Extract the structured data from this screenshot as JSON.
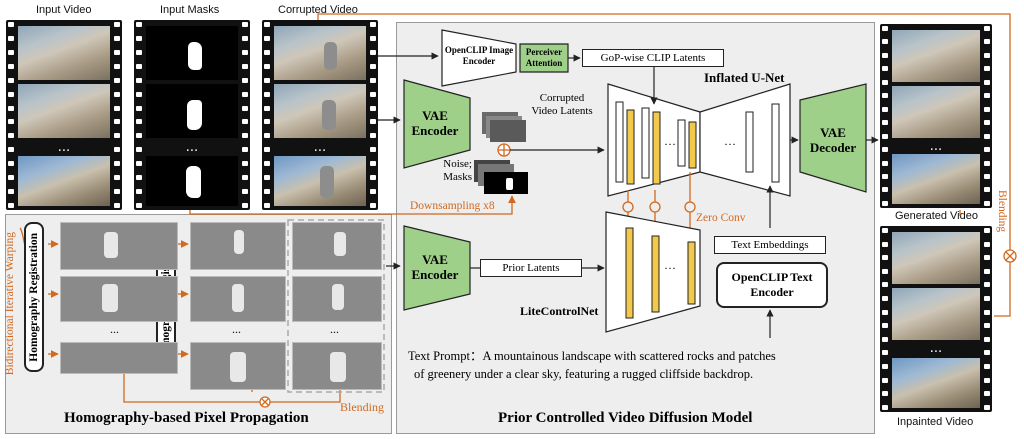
{
  "labels": {
    "input_video": "Input Video",
    "input_masks": "Input Masks",
    "corrupted_video": "Corrupted Video",
    "generated_video": "Generated Video",
    "inpainted_video": "Inpainted Video",
    "ellipsis": "..."
  },
  "diffusion": {
    "openclip_image_encoder": "OpenCLIP Image Encoder",
    "perceiver_attention": "Perceiver Attention",
    "gop_clip_latents": "GoP-wise CLIP Latents",
    "inflated_unet": "Inflated U-Net",
    "vae_encoder": "VAE Encoder",
    "vae_decoder": "VAE Decoder",
    "corrupted_video_latents": "Corrupted Video Latents",
    "noise_masks": "Noise; Masks",
    "downsampling": "Downsampling x8",
    "zero_conv": "Zero Conv",
    "text_embeddings": "Text Embeddings",
    "prior_latents": "Prior Latents",
    "openclip_text_encoder": "OpenCLIP Text Encoder",
    "litecontrolnet": "LiteControlNet",
    "text_prompt_label": "Text Prompt：",
    "text_prompt_line1": "A mountainous landscape with scattered rocks and patches",
    "text_prompt_line2": "of greenery under a clear sky, featuring a rugged cliffside backdrop.",
    "title": "Prior Controlled Video Diffusion Model"
  },
  "propagation": {
    "bidirectional": "Bidirectional Iterative Warping",
    "homography_registration": "Homography Registration",
    "blending": "Blending",
    "title": "Homography-based Pixel Propagation"
  },
  "right": {
    "blending": "Blending"
  },
  "colors": {
    "accent_orange": "#d2691e",
    "vae_green": "#9fd08a",
    "unet_yellow": "#f2c94c",
    "panel_gray": "#eeeeee"
  }
}
